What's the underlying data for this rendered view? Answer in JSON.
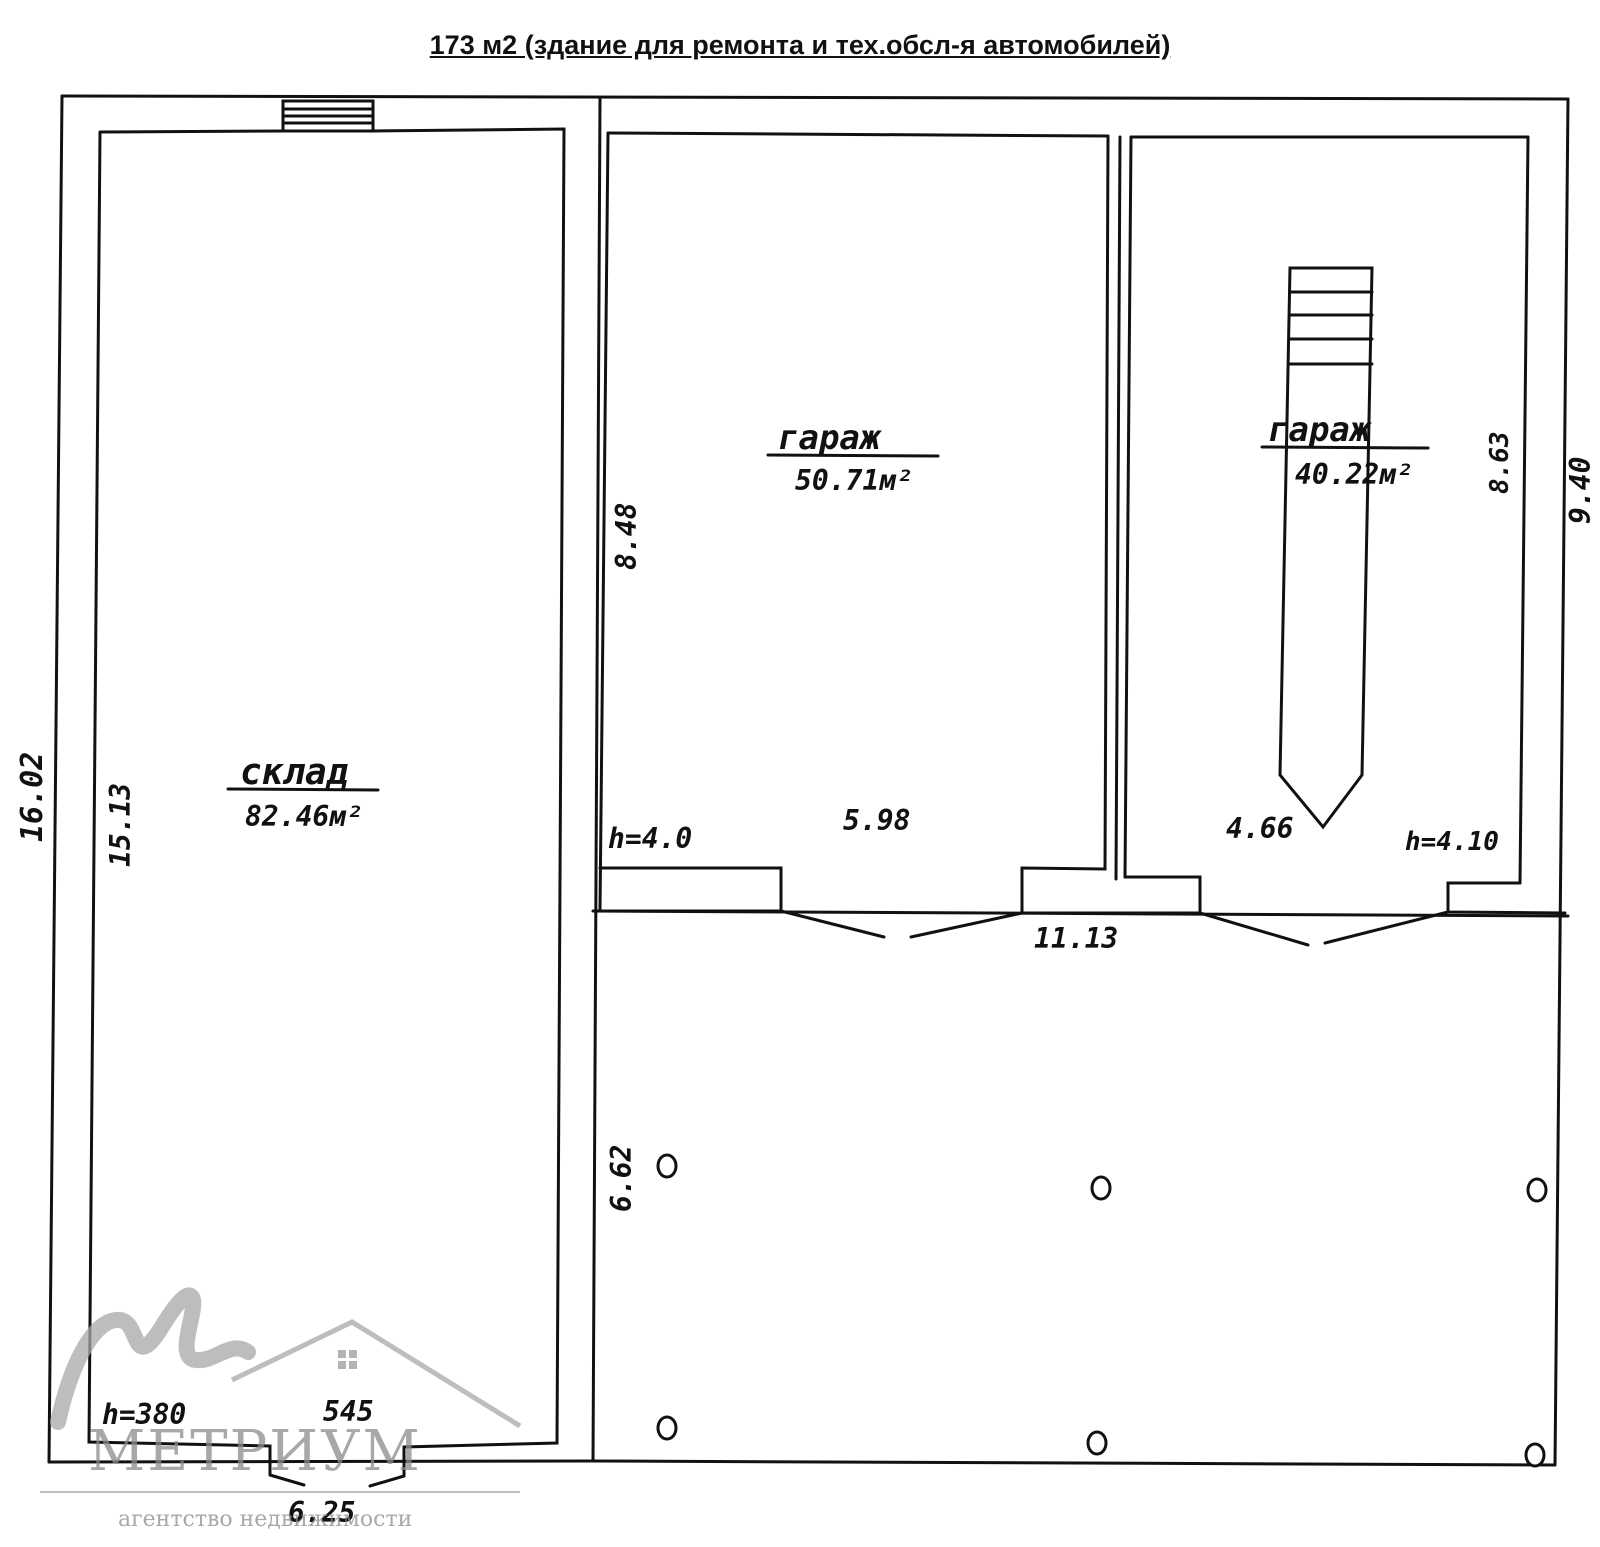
{
  "title": "173 м2 (здание для ремонта и тех.обсл-я автомобилей)",
  "rooms": [
    {
      "name": "склад",
      "area": "82.46м²"
    },
    {
      "name": "гараж",
      "area": "50.71м²"
    },
    {
      "name": "гараж",
      "area": "40.22м²"
    }
  ],
  "dimensions": {
    "overall_left": "16.02",
    "sklad_left": "15.13",
    "sklad_bottom": "545",
    "sklad_height": "h=380",
    "overall_bottom": "6.25",
    "garage1_left": "8.48",
    "garage1_width": "5.98",
    "garage1_height": "h=4.0",
    "garage2_width": "4.66",
    "garage2_height": "h=4.10",
    "garage2_right": "8.63",
    "overall_right": "9.40",
    "opening_width": "11.13",
    "canopy_left": "6.62"
  },
  "watermark": {
    "brand": "МЕТРИУМ",
    "tagline": "агентство недвижимости"
  },
  "colors": {
    "line": "#111111",
    "watermark": "#8c8c8c"
  }
}
